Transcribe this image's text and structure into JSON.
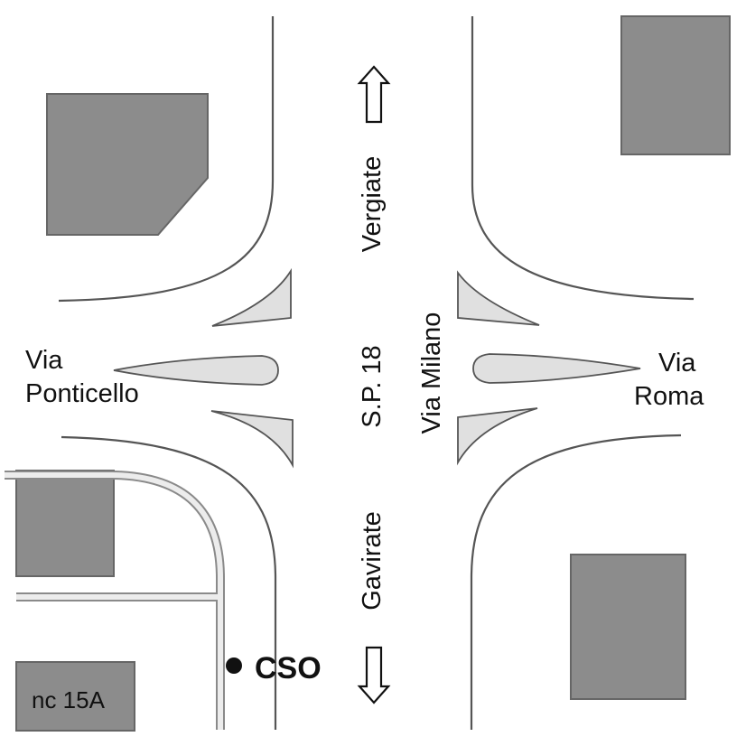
{
  "map": {
    "colors": {
      "building": "#8c8c8c",
      "island": "#e0e0e0",
      "road_edge": "#555555",
      "background": "#ffffff"
    },
    "labels": {
      "north_road": "Vergiate",
      "main_road": "S.P. 18",
      "south_road": "Gavirate",
      "east_road_name": "Via Milano",
      "west_road_line1": "Via",
      "west_road_line2": "Ponticello",
      "east_side_line1": "Via",
      "east_side_line2": "Roma",
      "marker": "CSO",
      "building": "nc 15A"
    },
    "icons": {
      "north": "arrow-up-outline-icon",
      "south": "arrow-down-outline-icon",
      "marker": "filled-circle-marker-icon"
    }
  }
}
